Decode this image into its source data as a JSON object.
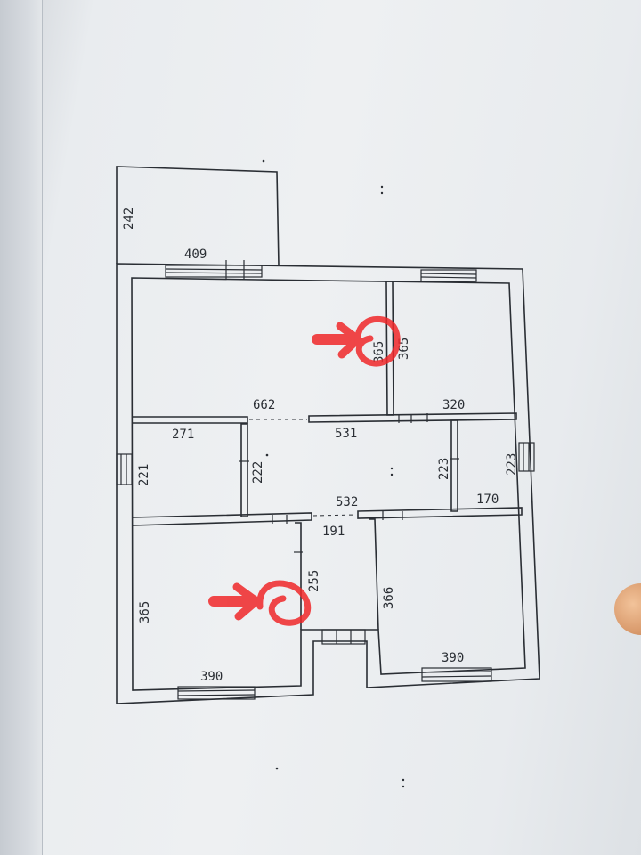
{
  "dimensions": {
    "porch_height": "242",
    "porch_width": "409",
    "room_top_left_width": "662",
    "room_top_right_height_marked": "365",
    "room_top_right_height": "365",
    "room_top_right_width": "320",
    "hall_left_room_width": "271",
    "hall_width": "531",
    "hall_left_room_height": "221",
    "hall_height_left": "222",
    "hall_height_right": "223",
    "right_room_height": "223",
    "hall_bottom_width": "532",
    "right_small_room_width": "170",
    "entry_width": "191",
    "entry_height": "255",
    "bottom_left_height": "365",
    "bottom_right_height": "366",
    "bottom_left_width": "390",
    "bottom_right_width": "390"
  },
  "colors": {
    "wall": "#2a2e34",
    "marker": "#f0282a"
  }
}
